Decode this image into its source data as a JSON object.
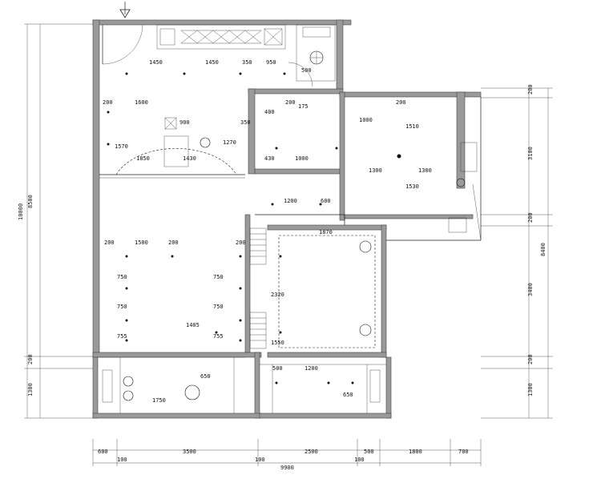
{
  "dims": {
    "top": [
      "1450",
      "1450",
      "350",
      "950",
      "500"
    ],
    "kitchen": [
      "400",
      "175",
      "430",
      "1000",
      "200"
    ],
    "bedroom1": [
      "1000",
      "200",
      "1510",
      "1300",
      "1300",
      "1530"
    ],
    "living_top": [
      "200",
      "1600",
      "1570",
      "1850",
      "1430",
      "900",
      "350",
      "1270"
    ],
    "corridor": [
      "1200",
      "600"
    ],
    "dining": [
      "200",
      "1500",
      "200",
      "200",
      "750",
      "750",
      "755",
      "750",
      "750",
      "755",
      "1405"
    ],
    "bedroom2": [
      "1870",
      "2320",
      "1550"
    ],
    "balcony_left": [
      "1750",
      "650"
    ],
    "balcony_right": [
      "500",
      "1200",
      "650"
    ],
    "left_total": [
      "8500",
      "10000",
      "200",
      "1300"
    ],
    "right_stack": [
      "200",
      "3100",
      "200",
      "3400",
      "8400",
      "200",
      "1300"
    ],
    "bottom_row": [
      "600",
      "3500",
      "2500",
      "500",
      "1800",
      "700"
    ],
    "bottom_sub": [
      "100",
      "100",
      "100"
    ],
    "bottom_total": "9900"
  }
}
